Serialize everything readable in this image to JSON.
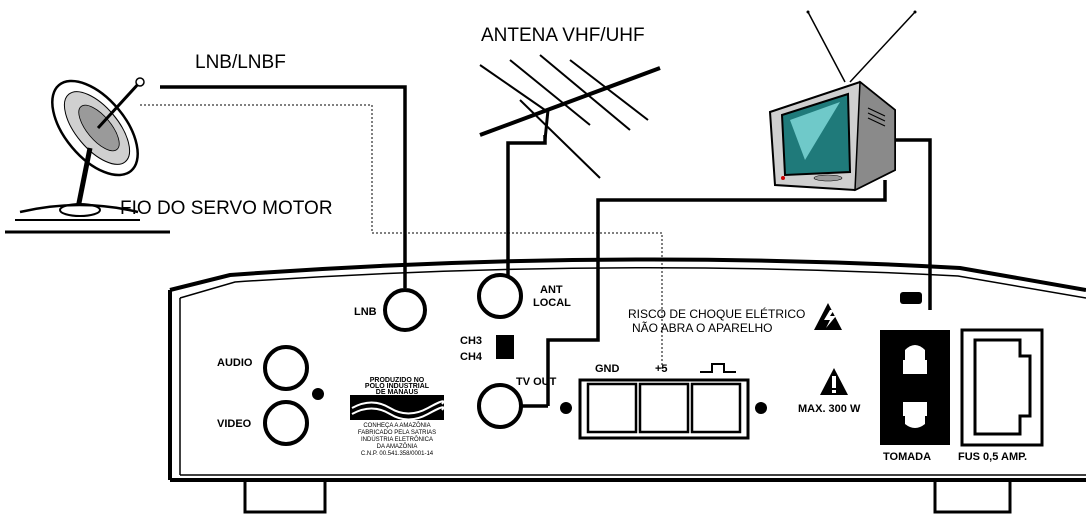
{
  "labels": {
    "lnb_cable": "LNB/LNBF",
    "antenna": "ANTENA VHF/UHF",
    "servo": "FIO DO SERVO MOTOR",
    "lnb_port": "LNB",
    "ant_local_1": "ANT",
    "ant_local_2": "LOCAL",
    "ch3": "CH3",
    "ch4": "CH4",
    "tv_out": "TV OUT",
    "audio": "AUDIO",
    "video": "VIDEO",
    "gnd": "GND",
    "plus5": "+5",
    "warning_1": "RISCO DE CHOQUE ELÉTRICO",
    "warning_2": "NÃO ABRA O APARELHO",
    "max_power": "MAX. 300 W",
    "tomada": "TOMADA",
    "fuse": "FUS 0,5 AMP."
  },
  "badge": {
    "line1": "PRODUZIDO NO",
    "line2": "POLO INDUSTRIAL",
    "line3": "DE MANAUS",
    "line4": "CONHEÇA A AMAZÔNIA",
    "line5": "FABRICADO PELA SATRIAS",
    "line6": "INDÚSTRIA ELETRÔNICA",
    "line7": "DA AMAZÔNIA",
    "line8": "C.N.P. 00.541.358/0001-14"
  }
}
